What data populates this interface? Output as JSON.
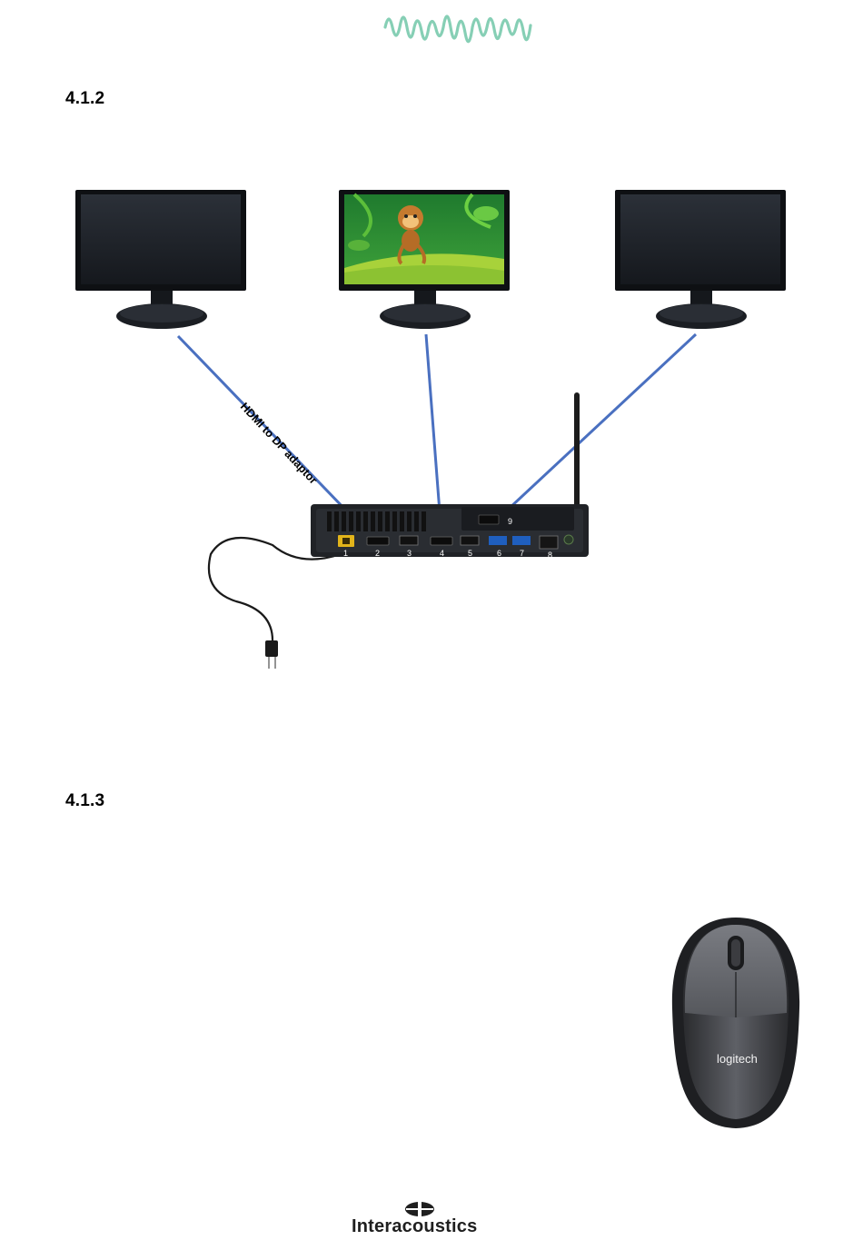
{
  "headings": {
    "section_a": "4.1.2",
    "section_b": "4.1.3"
  },
  "diagram": {
    "cable_label": "HDMI to DP adaptor",
    "ports": [
      "1",
      "2",
      "3",
      "4",
      "5",
      "6",
      "7",
      "8",
      "9"
    ]
  },
  "mouse": {
    "brand": "logitech"
  },
  "footer": {
    "brand": "Interacoustics"
  },
  "colors": {
    "wave_logo": "#86cfb5",
    "cable": "#4a70c0",
    "screen": "#1c2129",
    "jungle": "#2e8b2e"
  },
  "icons": [
    "waveform-logo-icon",
    "interacoustics-logo-icon"
  ]
}
